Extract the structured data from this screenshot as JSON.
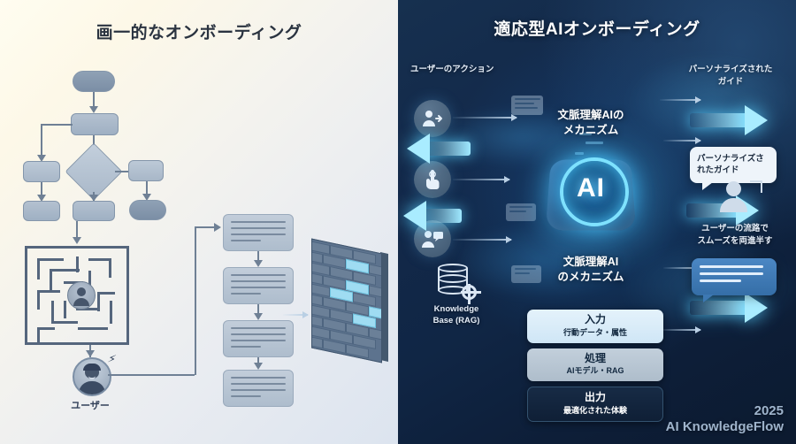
{
  "left": {
    "title": "画一的なオンボーディング",
    "user_label": "ユーザー",
    "flow_nodes": [
      {
        "name": "start",
        "shape": "pill"
      },
      {
        "name": "step-1",
        "shape": "rect"
      },
      {
        "name": "branch-left",
        "shape": "rect"
      },
      {
        "name": "decision",
        "shape": "diamond"
      },
      {
        "name": "branch-right",
        "shape": "rect"
      },
      {
        "name": "leaf-left",
        "shape": "rect"
      },
      {
        "name": "leaf-center",
        "shape": "rect"
      },
      {
        "name": "end",
        "shape": "pill"
      }
    ],
    "maze_label": "maze",
    "doc_cards": 4,
    "wall_label": "brick-wall",
    "stress_glyph": "⚡"
  },
  "right": {
    "title": "適応型AIオンボーディング",
    "label_actions": "ユーザーのアクション",
    "label_guide_top": "パーソナライズされた\nガイド",
    "center_label_top": "文脈理解AIの\nメカニズム",
    "center_label_bottom": "文脈理解AI\nのメカニズム",
    "ai_chip_text": "AI",
    "bubble_guide": "パーソナライズさ\nれたガイド",
    "caption_flow": "ユーザーの流路で\nスムーズを両進半す",
    "knowledge_base": "Knowledge\nBase (RAG)",
    "icons": [
      {
        "name": "user-action-icon",
        "glyph": "👤→"
      },
      {
        "name": "click-hand-icon",
        "glyph": "☞"
      },
      {
        "name": "user-feedback-icon",
        "glyph": "👥"
      }
    ],
    "stack": [
      {
        "title": "入力",
        "sub": "行動データ・属性"
      },
      {
        "title": "処理",
        "sub": "AIモデル・RAG"
      },
      {
        "title": "出力",
        "sub": "最適化された体験"
      }
    ],
    "watermark_year": "2025",
    "watermark_name": "AI KnowledgeFlow"
  },
  "colors": {
    "left_bg_start": "#fffdf0",
    "left_bg_end": "#dce4ef",
    "right_bg": "#102645",
    "accent_cyan": "#7fe2ff",
    "node_fill": "#aebdcd",
    "node_stroke": "#8496ab"
  }
}
